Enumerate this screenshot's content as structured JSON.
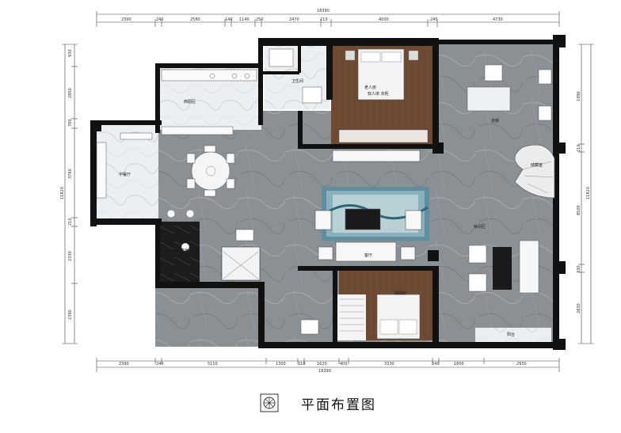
{
  "title": "平面布置图",
  "dimensions": {
    "top_total": "18390",
    "top_segments": [
      "2390",
      "240",
      "2580",
      "140",
      "1140",
      "250",
      "2470",
      "210",
      "4000",
      "240",
      "4730"
    ],
    "bottom_total": "18390",
    "bottom_segments": [
      "2390",
      "240",
      "5110",
      "1300",
      "210",
      "1620",
      "400",
      "3330",
      "240",
      "1800",
      "2930"
    ],
    "left_total": "11820",
    "left_segments": [
      "930",
      "2850",
      "700",
      "3760",
      "210",
      "2330",
      "2390"
    ],
    "right_total": "11820",
    "right_outer": "11820",
    "right_segments": [
      "1990",
      "210",
      "8500",
      "330",
      "2830"
    ]
  },
  "rooms": {
    "master_bedroom": "老人房",
    "master_bedroom_sub": "双人床 衣柜",
    "secondary_bedroom": "保姆房",
    "kitchen": "西厨区",
    "dining": "中餐厅",
    "bath": "卫生间",
    "living": "客厅",
    "lounge": "休闲区",
    "corridor": "走廊",
    "tea": "茶室",
    "storage": "储藏室",
    "balcony": "阳台"
  },
  "colors": {
    "wall": "#111111",
    "marble_grey": "#8a8f94",
    "marble_light": "#e9ecee",
    "wood": "#6e4a33",
    "rug_blue": "#4a7f93"
  }
}
